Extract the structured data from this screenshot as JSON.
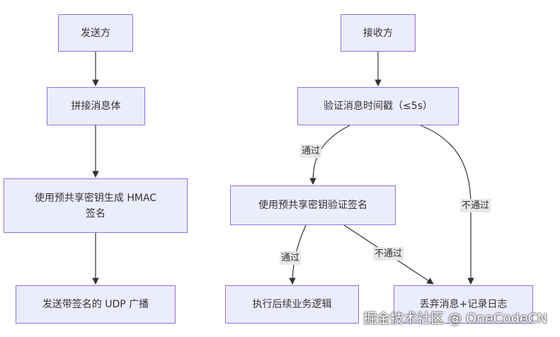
{
  "diagram": {
    "nodes": {
      "sender": "发送方",
      "concat": "拼接消息体",
      "hmac_line1": "使用预共享密钥生成 HMAC",
      "hmac_line2": "签名",
      "send": "发送带签名的 UDP 广播",
      "receiver": "接收方",
      "verify_ts": "验证消息时间戳（≤5s）",
      "verify_sig": "使用预共享密钥验证签名",
      "execute": "执行后续业务逻辑",
      "discard": "丢弃消息+记录日志"
    },
    "edge_labels": {
      "ts_pass": "通过",
      "ts_fail": "不通过",
      "sig_pass": "通过",
      "sig_fail": "不通过"
    },
    "edges": [
      {
        "from": "sender",
        "to": "concat"
      },
      {
        "from": "concat",
        "to": "hmac"
      },
      {
        "from": "hmac",
        "to": "send"
      },
      {
        "from": "receiver",
        "to": "verify_ts"
      },
      {
        "from": "verify_ts",
        "to": "verify_sig",
        "label": "通过"
      },
      {
        "from": "verify_ts",
        "to": "discard",
        "label": "不通过"
      },
      {
        "from": "verify_sig",
        "to": "execute",
        "label": "通过"
      },
      {
        "from": "verify_sig",
        "to": "discard",
        "label": "不通过"
      }
    ],
    "colors": {
      "node_fill": "#ececff",
      "node_border": "#9370db",
      "edge": "#333333",
      "label_bg": "#e8e8e8"
    }
  },
  "watermark": "掘金技术社区 @ OneCodeCN"
}
